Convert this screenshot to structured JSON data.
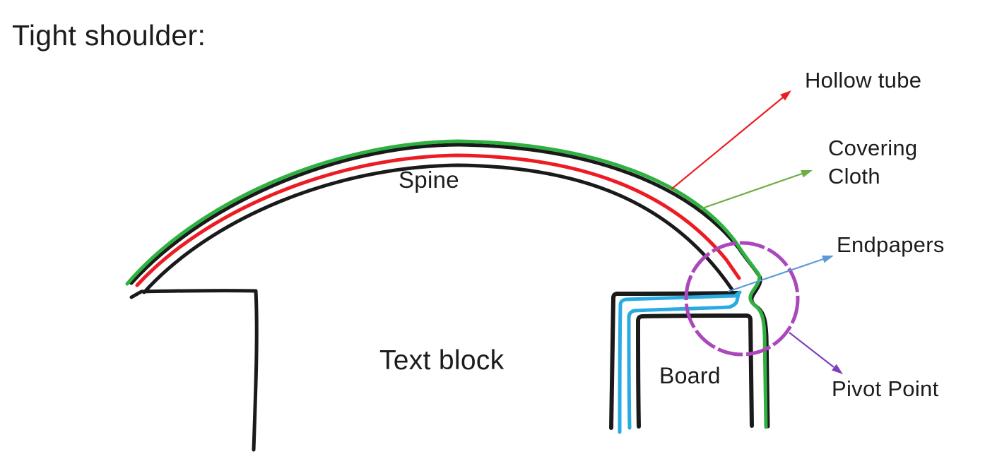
{
  "title": "Tight shoulder:",
  "labels": {
    "spine": "Spine",
    "text_block": "Text block",
    "board": "Board",
    "hollow_tube": "Hollow tube",
    "covering_cloth": "Covering\nCloth",
    "endpapers": "Endpapers",
    "pivot_point": "Pivot Point"
  },
  "colors": {
    "background": "#ffffff",
    "text": "#1c1c1c",
    "ink": "#1a1a1a",
    "hollow_tube_red": "#ed1c24",
    "covering_cloth_green": "#2fb141",
    "endpaper_blue": "#29abe2",
    "pivot_circle_purple": "#ab47bc",
    "arrow_red": "#ed1c24",
    "arrow_green": "#70ad47",
    "arrow_blue": "#5b9bd5",
    "arrow_purple": "#7e3fbf"
  }
}
